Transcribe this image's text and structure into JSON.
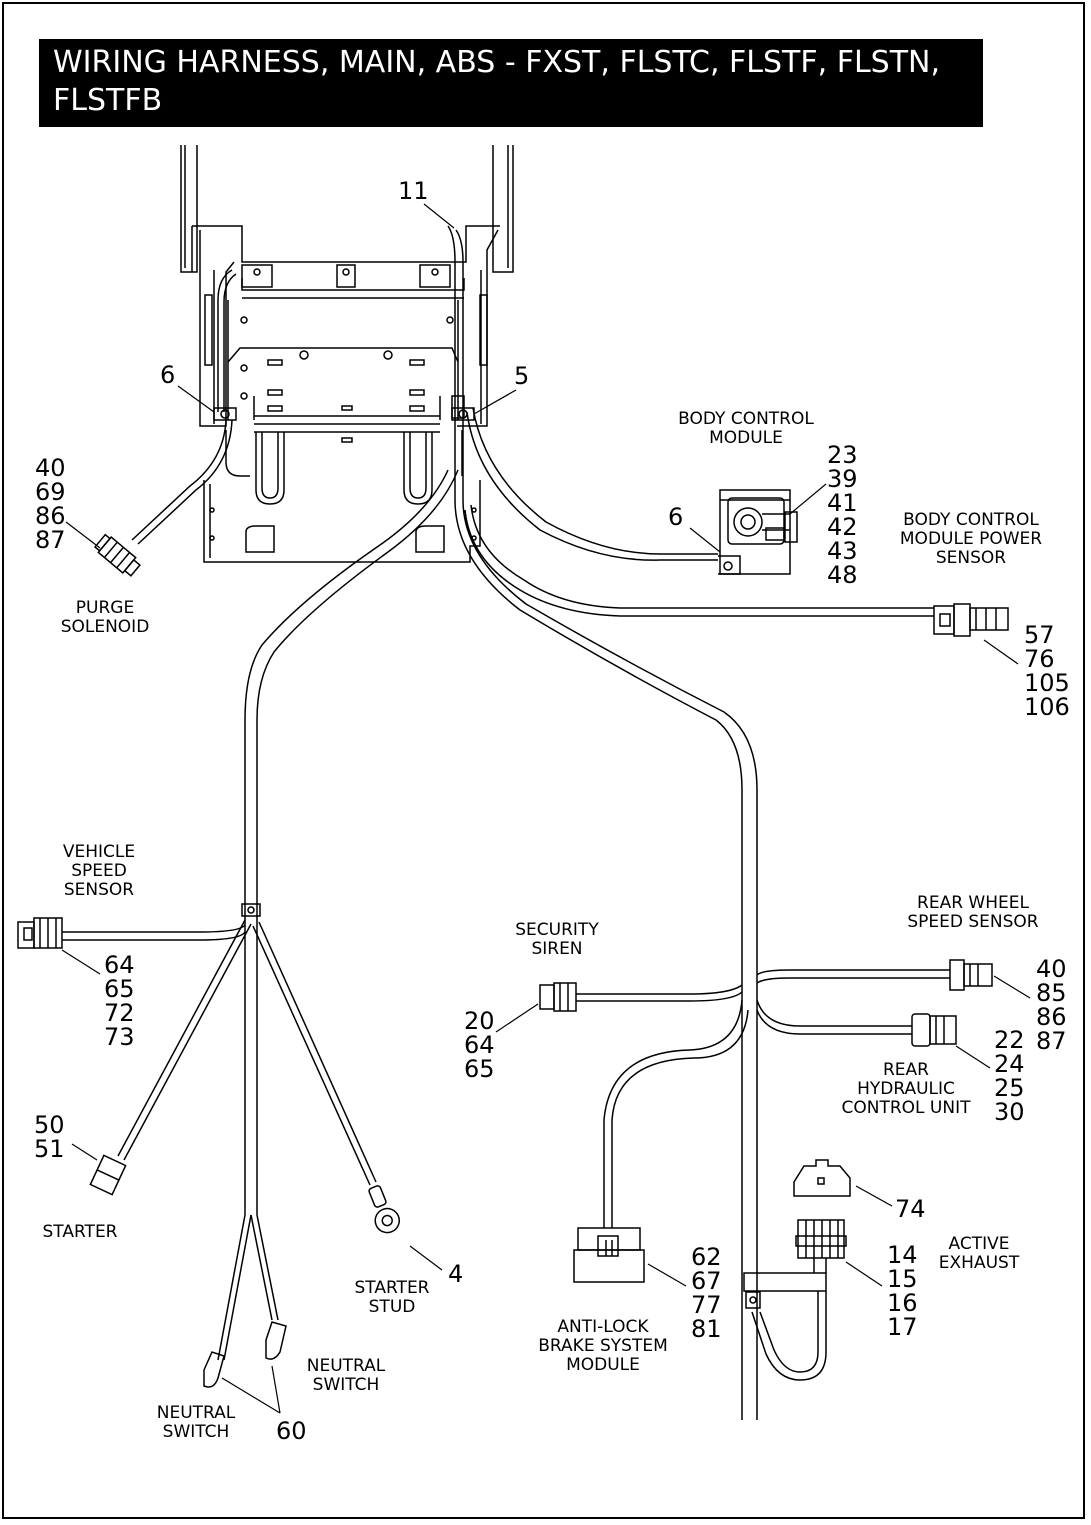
{
  "title_lines": [
    "WIRING HARNESS, MAIN, ABS - FXST, FLSTC, FLSTF, FLSTN,",
    "FLSTFB"
  ],
  "components": {
    "purge_solenoid": [
      "PURGE",
      "SOLENOID"
    ],
    "body_control_module": [
      "BODY CONTROL",
      "MODULE"
    ],
    "bcm_power_sensor": [
      "BODY CONTROL",
      "MODULE POWER",
      "SENSOR"
    ],
    "vehicle_speed_sensor": [
      "VEHICLE",
      "SPEED",
      "SENSOR"
    ],
    "security_siren": [
      "SECURITY",
      "SIREN"
    ],
    "rear_wheel_speed_sensor": [
      "REAR WHEEL",
      "SPEED SENSOR"
    ],
    "rear_hydraulic_control_unit": [
      "REAR",
      "HYDRAULIC",
      "CONTROL UNIT"
    ],
    "starter": [
      "STARTER"
    ],
    "starter_stud": [
      "STARTER",
      "STUD"
    ],
    "neutral_switch_right": [
      "NEUTRAL",
      "SWITCH"
    ],
    "neutral_switch_left": [
      "NEUTRAL",
      "SWITCH"
    ],
    "abs_module": [
      "ANTI-LOCK",
      "BRAKE SYSTEM",
      "MODULE"
    ],
    "active_exhaust": [
      "ACTIVE",
      "EXHAUST"
    ]
  },
  "callouts": {
    "c11": [
      "11"
    ],
    "c6_left": [
      "6"
    ],
    "c5": [
      "5"
    ],
    "c6_bcm": [
      "6"
    ],
    "purge": [
      "40",
      "69",
      "86",
      "87"
    ],
    "bcm": [
      "23",
      "39",
      "41",
      "42",
      "43",
      "48"
    ],
    "bcm_power": [
      "57",
      "76",
      "105",
      "106"
    ],
    "vss": [
      "64",
      "65",
      "72",
      "73"
    ],
    "siren": [
      "20",
      "64",
      "65"
    ],
    "rear_wheel": [
      "40",
      "85",
      "86",
      "87"
    ],
    "hcu": [
      "22",
      "24",
      "25",
      "30"
    ],
    "starter": [
      "50",
      "51"
    ],
    "starter_stud": [
      "4"
    ],
    "c74": [
      "74"
    ],
    "active_exhaust": [
      "14",
      "15",
      "16",
      "17"
    ],
    "abs": [
      "62",
      "67",
      "77",
      "81"
    ],
    "neutral": [
      "60"
    ]
  }
}
